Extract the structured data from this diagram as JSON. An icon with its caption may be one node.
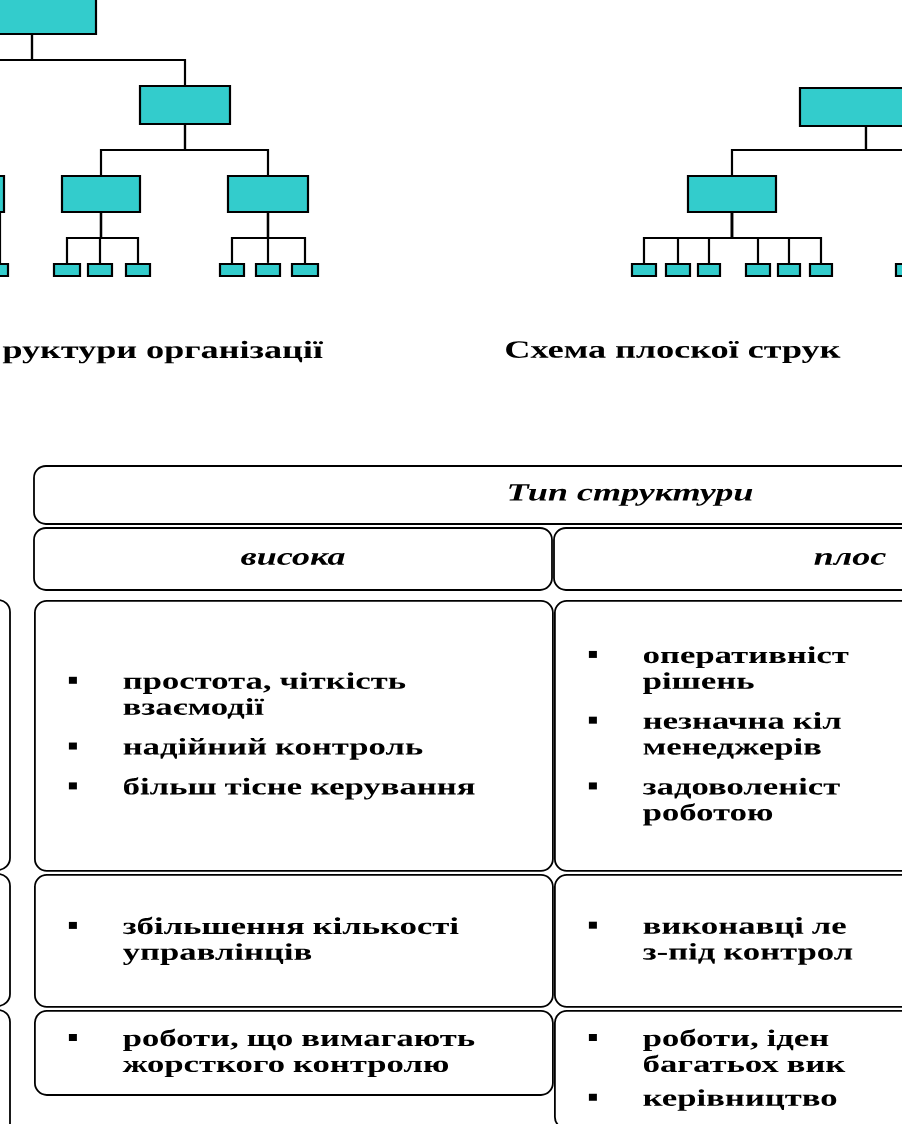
{
  "diagram": {
    "nodes": [
      {
        "text": [],
        "shape": "box"
      },
      {
        "text": [],
        "shape": "box"
      },
      {
        "text": [],
        "shape": "box"
      },
      {
        "text": [],
        "shape": "box"
      },
      {
        "text": [],
        "shape": "box"
      },
      {
        "text": [],
        "shape": "box"
      },
      {
        "text": [],
        "shape": "box"
      },
      {
        "text": [],
        "shape": "box"
      },
      {
        "text": [],
        "shape": "box"
      },
      {
        "text": [],
        "shape": "box"
      },
      {
        "text": [],
        "shape": "box"
      },
      {
        "text": [],
        "shape": "box"
      },
      {
        "text": [],
        "shape": "box"
      },
      {
        "text": [],
        "shape": "box"
      },
      {
        "text": [],
        "shape": "box"
      },
      {
        "text": [],
        "shape": "box"
      },
      {
        "text": [],
        "shape": "box"
      },
      {
        "text": [],
        "shape": "box"
      },
      {
        "text": [],
        "shape": "box"
      },
      {
        "text": [],
        "shape": "box"
      },
      {
        "text": [],
        "shape": "box"
      },
      {
        "text": [
          "Тип структури"
        ]
      },
      {
        "text": [
          "висока"
        ]
      },
      {
        "text": [
          "плос"
        ]
      },
      {
        "text": [],
        "shape": "box"
      },
      {
        "text": [
          "простота, чіткість взаємодії",
          "надійний контроль",
          "більш тісне керування"
        ]
      },
      {
        "text": [
          "оперативніст рішень",
          "незначна кіл менеджерів",
          "задоволеніст роботою"
        ]
      },
      {
        "text": [],
        "shape": "box"
      },
      {
        "text": [
          "збільшення кількості управлінців"
        ]
      },
      {
        "text": [
          "виконавці ле з-під контрол"
        ]
      },
      {
        "text": [],
        "shape": "box"
      },
      {
        "text": [
          "роботи, що вимагають жорсткого контролю"
        ]
      },
      {
        "text": [
          "роботи, іден багатьох вик",
          "керівництво"
        ]
      }
    ],
    "edges": [
      {
        "from": 0,
        "to": null,
        "arrow": "none"
      },
      {
        "from": 0,
        "to": 1,
        "arrow": "none"
      },
      {
        "from": 2,
        "to": 5,
        "arrow": "none"
      },
      {
        "from": 1,
        "to": 3,
        "arrow": "none"
      },
      {
        "from": 1,
        "to": 4,
        "arrow": "none"
      },
      {
        "from": 3,
        "to": 6,
        "arrow": "none"
      },
      {
        "from": 3,
        "to": 7,
        "arrow": "none"
      },
      {
        "from": 3,
        "to": 8,
        "arrow": "none"
      },
      {
        "from": 4,
        "to": 9,
        "arrow": "none"
      },
      {
        "from": 4,
        "to": 10,
        "arrow": "none"
      },
      {
        "from": 4,
        "to": 11,
        "arrow": "none"
      },
      {
        "from": 12,
        "to": null,
        "arrow": "none"
      },
      {
        "from": 12,
        "to": 13,
        "arrow": "none"
      },
      {
        "from": 13,
        "to": 14,
        "arrow": "none"
      },
      {
        "from": 13,
        "to": 15,
        "arrow": "none"
      },
      {
        "from": 13,
        "to": 16,
        "arrow": "none"
      },
      {
        "from": 13,
        "to": 17,
        "arrow": "none"
      },
      {
        "from": 13,
        "to": 18,
        "arrow": "none"
      },
      {
        "from": 13,
        "to": 19,
        "arrow": "none"
      }
    ],
    "labels": [
      "руктури організації",
      "Схема плоскої струк"
    ]
  }
}
